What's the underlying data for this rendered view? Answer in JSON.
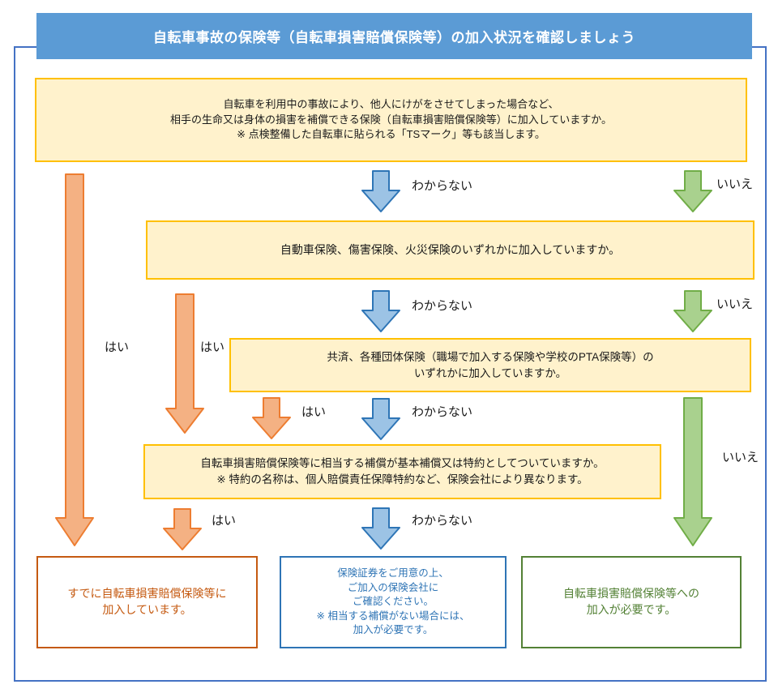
{
  "title": "自転車事故の保険等（自転車損害賠償保険等）の加入状況を確認しましょう",
  "questions": {
    "q1": "自転車を利用中の事故により、他人にけがをさせてしまった場合など、\n相手の生命又は身体の損害を補償できる保険（自転車損害賠償保険等）に加入していますか。\n※ 点検整備した自転車に貼られる「TSマーク」等も該当します。",
    "q2": "自動車保険、傷害保険、火災保険のいずれかに加入していますか。",
    "q3": "共済、各種団体保険（職場で加入する保険や学校のPTA保険等）の\nいずれかに加入していますか。",
    "q4": "自転車損害賠償保険等に相当する補償が基本補償又は特約としてついていますか。\n※ 特約の名称は、個人賠償責任保障特約など、保険会社により異なります。"
  },
  "arrow_labels": {
    "yes": "はい",
    "dont_know": "わからない",
    "no": "いいえ"
  },
  "results": {
    "enrolled": "すでに自転車損害賠償保険等に\n加入しています。",
    "check_with_insurer": "保険証券をご用意の上、\nご加入の保険会社に\nご確認ください。\n※ 相当する補償がない場合には、\n加入が必要です。",
    "enrollment_needed": "自転車損害賠償保険等への\n加入が必要です。"
  },
  "colors": {
    "header_bg": "#5B9BD5",
    "header_text": "#FFFFFF",
    "outer_border": "#4472C4",
    "question_bg": "#FFF2CC",
    "question_border": "#FFC000",
    "arrow_orange_fill": "#F4B183",
    "arrow_orange_stroke": "#ED7D31",
    "arrow_blue_fill": "#9CC3E5",
    "arrow_blue_stroke": "#2E75B6",
    "arrow_green_fill": "#A9D18E",
    "arrow_green_stroke": "#70AD47",
    "result_enrolled": "#C55A11",
    "result_check": "#2E74B5",
    "result_needed": "#538135"
  }
}
